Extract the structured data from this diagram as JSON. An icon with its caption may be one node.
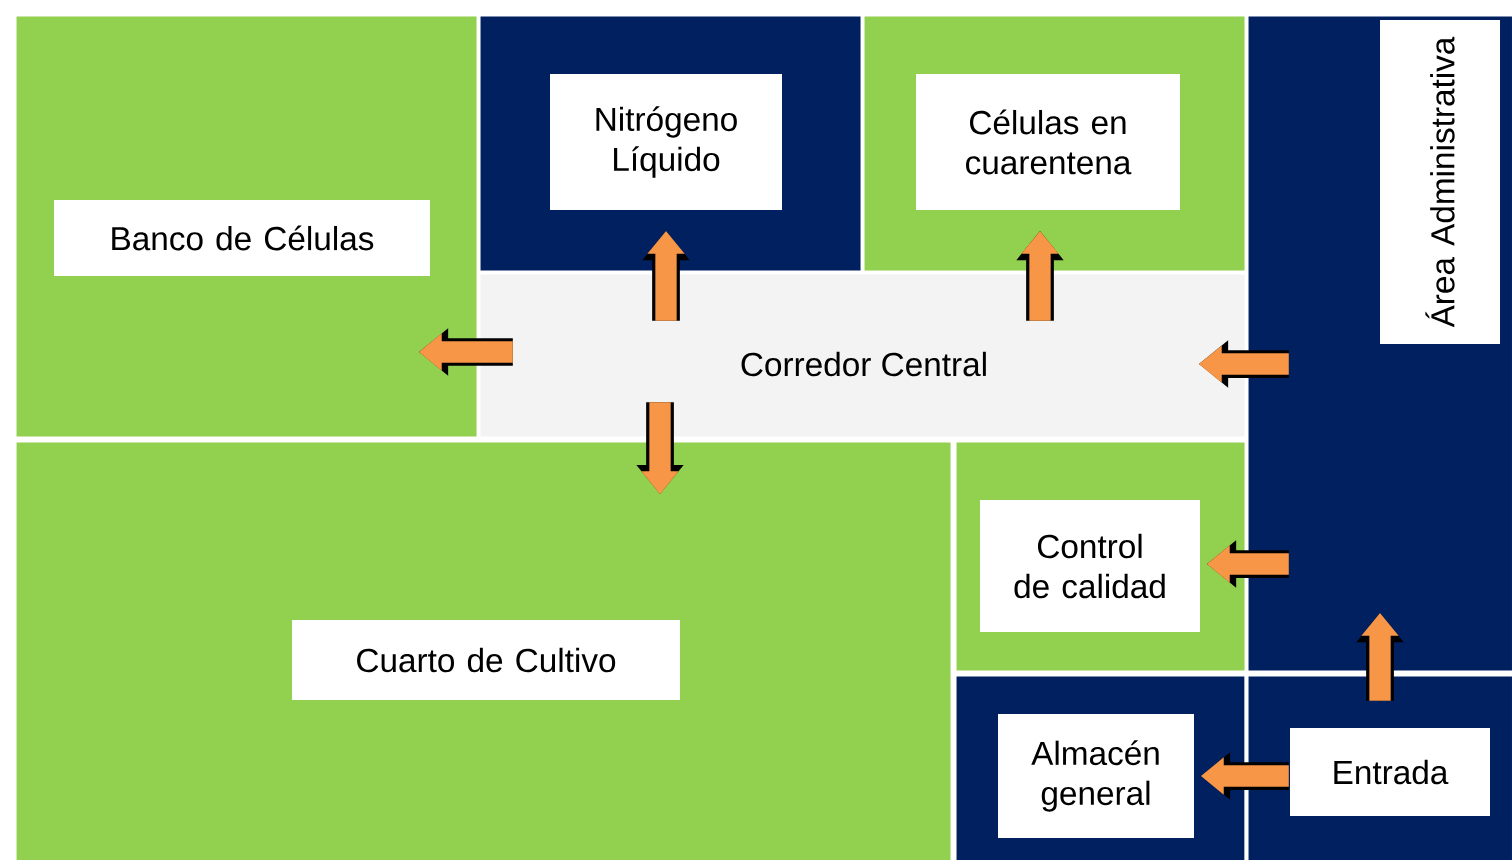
{
  "diagram": {
    "nodes": [
      {
        "text": [
          "Banco de Células"
        ]
      },
      {
        "text": [
          "Nitrógeno Líquido"
        ]
      },
      {
        "text": [
          "Células en cuarentena"
        ]
      },
      {
        "text": [
          "Área Administrativa"
        ]
      },
      {
        "text": [
          "Corredor Central"
        ]
      },
      {
        "text": [
          "Cuarto de Cultivo"
        ]
      },
      {
        "text": [
          "Control de calidad"
        ]
      },
      {
        "text": [
          "Almacén general"
        ]
      },
      {
        "text": [
          "Entrada"
        ]
      }
    ],
    "edges": [
      {
        "from": 4,
        "to": 0,
        "arrow": "to"
      },
      {
        "from": 4,
        "to": 1,
        "arrow": "to"
      },
      {
        "from": 4,
        "to": 2,
        "arrow": "to"
      },
      {
        "from": 4,
        "to": 5,
        "arrow": "to"
      },
      {
        "from": 3,
        "to": 4,
        "arrow": "to"
      },
      {
        "from": 3,
        "to": 6,
        "arrow": "to"
      },
      {
        "from": 8,
        "to": 3,
        "arrow": "to"
      },
      {
        "from": 8,
        "to": 7,
        "arrow": "to"
      }
    ]
  }
}
